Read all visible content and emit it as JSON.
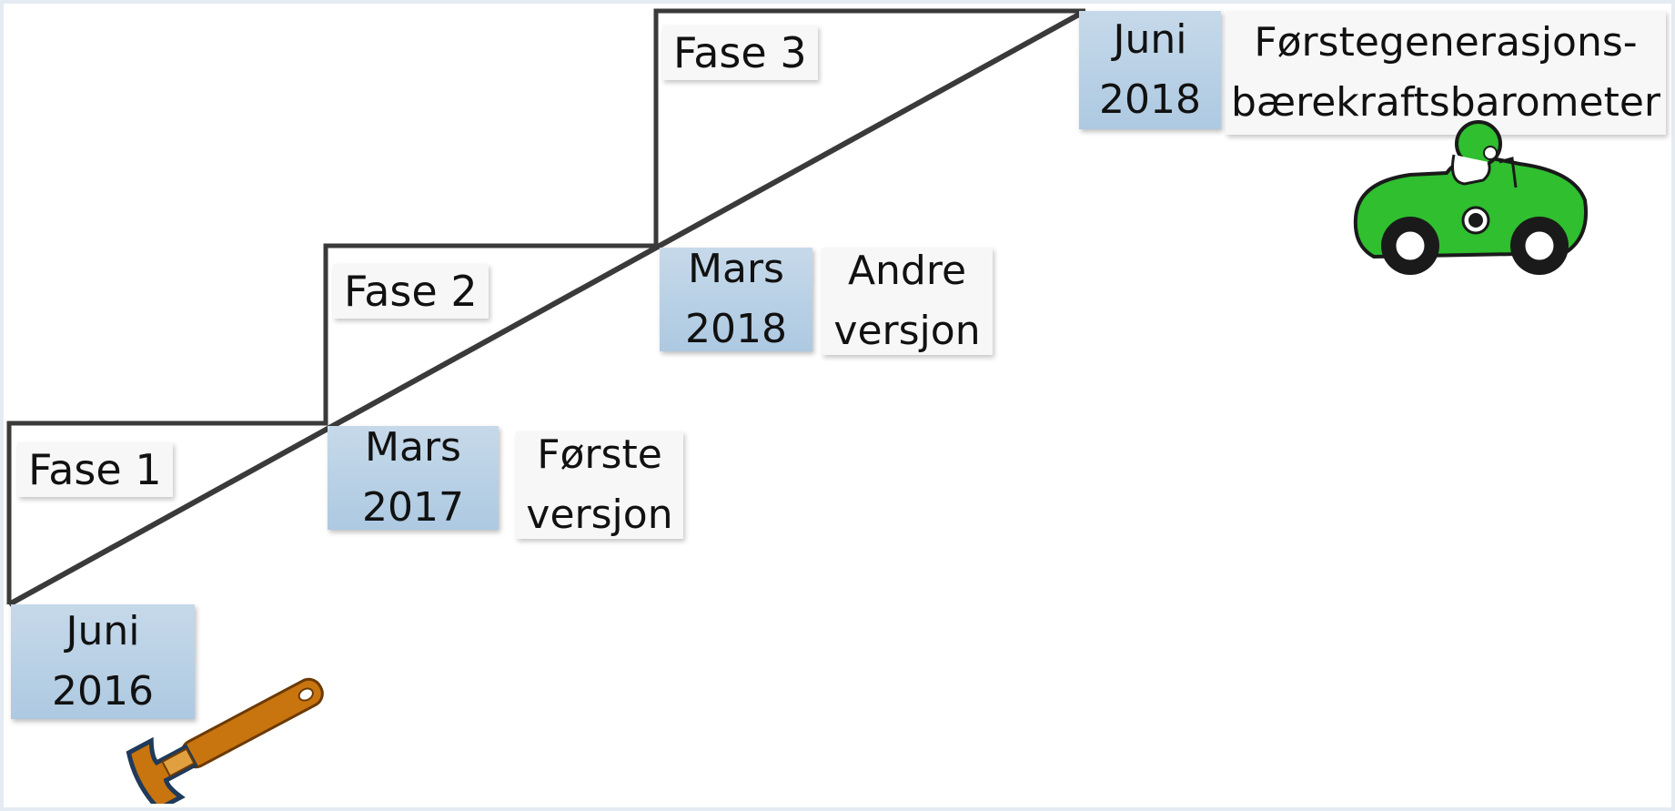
{
  "phases": [
    {
      "label": "Fase 1"
    },
    {
      "label": "Fase 2"
    },
    {
      "label": "Fase 3"
    }
  ],
  "milestones": [
    {
      "month": "Juni",
      "year": "2016"
    },
    {
      "month": "Mars",
      "year": "2017",
      "desc_line1": "Første",
      "desc_line2": "versjon"
    },
    {
      "month": "Mars",
      "year": "2018",
      "desc_line1": "Andre",
      "desc_line2": "versjon"
    },
    {
      "month": "Juni",
      "year": "2018",
      "desc_line1": "Førstegenerasjons-",
      "desc_line2": "bærekraftsbarometer"
    }
  ],
  "icons": {
    "start": "wrench-icon",
    "end": "race-car-icon"
  },
  "colors": {
    "line": "#3a3a3a",
    "date_box": "#b7cfe5",
    "label_box": "#f7f7f7",
    "frame": "#e4ebf2",
    "wrench": "#c8740f",
    "car": "#2fbf2f"
  }
}
